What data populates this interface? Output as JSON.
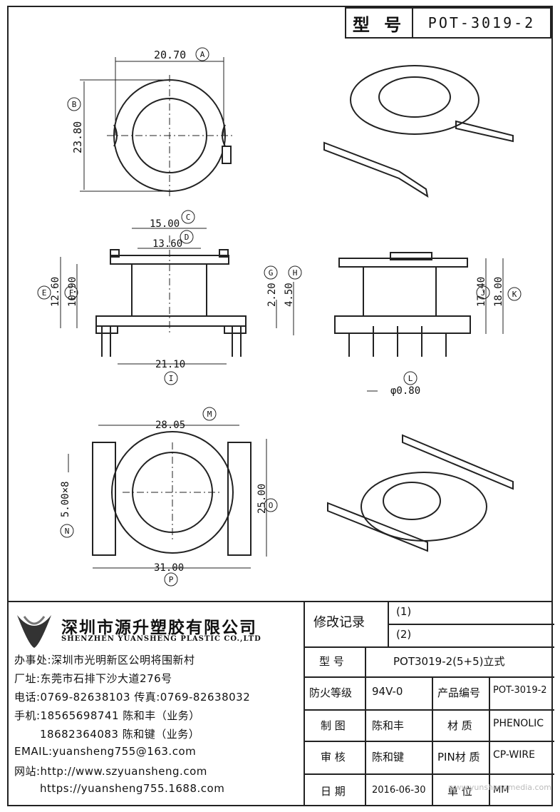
{
  "header": {
    "model_label": "型 号",
    "model_value": "POT-3019-2"
  },
  "drawing": {
    "dim_a": "20.70",
    "dim_b": "23.80",
    "dim_c": "15.00",
    "dim_d": "13.60",
    "dim_e": "12.60",
    "dim_f": "10.90",
    "dim_g": "2.20",
    "dim_h": "4.50",
    "dim_i": "21.10",
    "dim_j": "17.40",
    "dim_k": "18.00",
    "dim_l": "φ0.80",
    "dim_m": "28.05",
    "dim_n": "5.00×8",
    "dim_o": "25.00",
    "dim_p": "31.00",
    "markers": [
      "A",
      "B",
      "C",
      "D",
      "E",
      "F",
      "G",
      "H",
      "I",
      "J",
      "K",
      "L",
      "M",
      "N",
      "O",
      "P"
    ]
  },
  "company": {
    "name": "深圳市源升塑胶有限公司",
    "name_en": "SHENZHEN YUANSHENG PLASTIC CO.,LTD",
    "lines": [
      "办事处:深圳市光明新区公明将围新村",
      "厂址:东莞市石排下沙大道276号",
      "电话:0769-82638103 传真:0769-82638032",
      "手机:18565698741 陈和丰（业务）",
      "      18682364083 陈和键（业务）",
      "EMAIL:yuansheng755@163.com",
      "网站:http://www.szyuansheng.com",
      "     https://yuansheng755.1688.com"
    ]
  },
  "table": {
    "revision_label": "修改记录",
    "rev1": "(1)",
    "rev2": "(2)",
    "model_label": "型 号",
    "model_value": "POT3019-2(5+5)立式",
    "fire_label": "防火等级",
    "fire_value": "94V-0",
    "prodno_label": "产品编号",
    "prodno_value": "POT-3019-2",
    "draw_label": "制 图",
    "draw_value": "陈和丰",
    "material_label": "材 质",
    "material_value": "PHENOLIC",
    "check_label": "审 核",
    "check_value": "陈和键",
    "pin_label": "PIN材 质",
    "pin_value": "CP-WIRE",
    "date_label": "日 期",
    "date_value": "2016-06-30",
    "unit_label": "单 位",
    "unit_value": "MM"
  },
  "watermark": "www.yunshengmedia.com"
}
